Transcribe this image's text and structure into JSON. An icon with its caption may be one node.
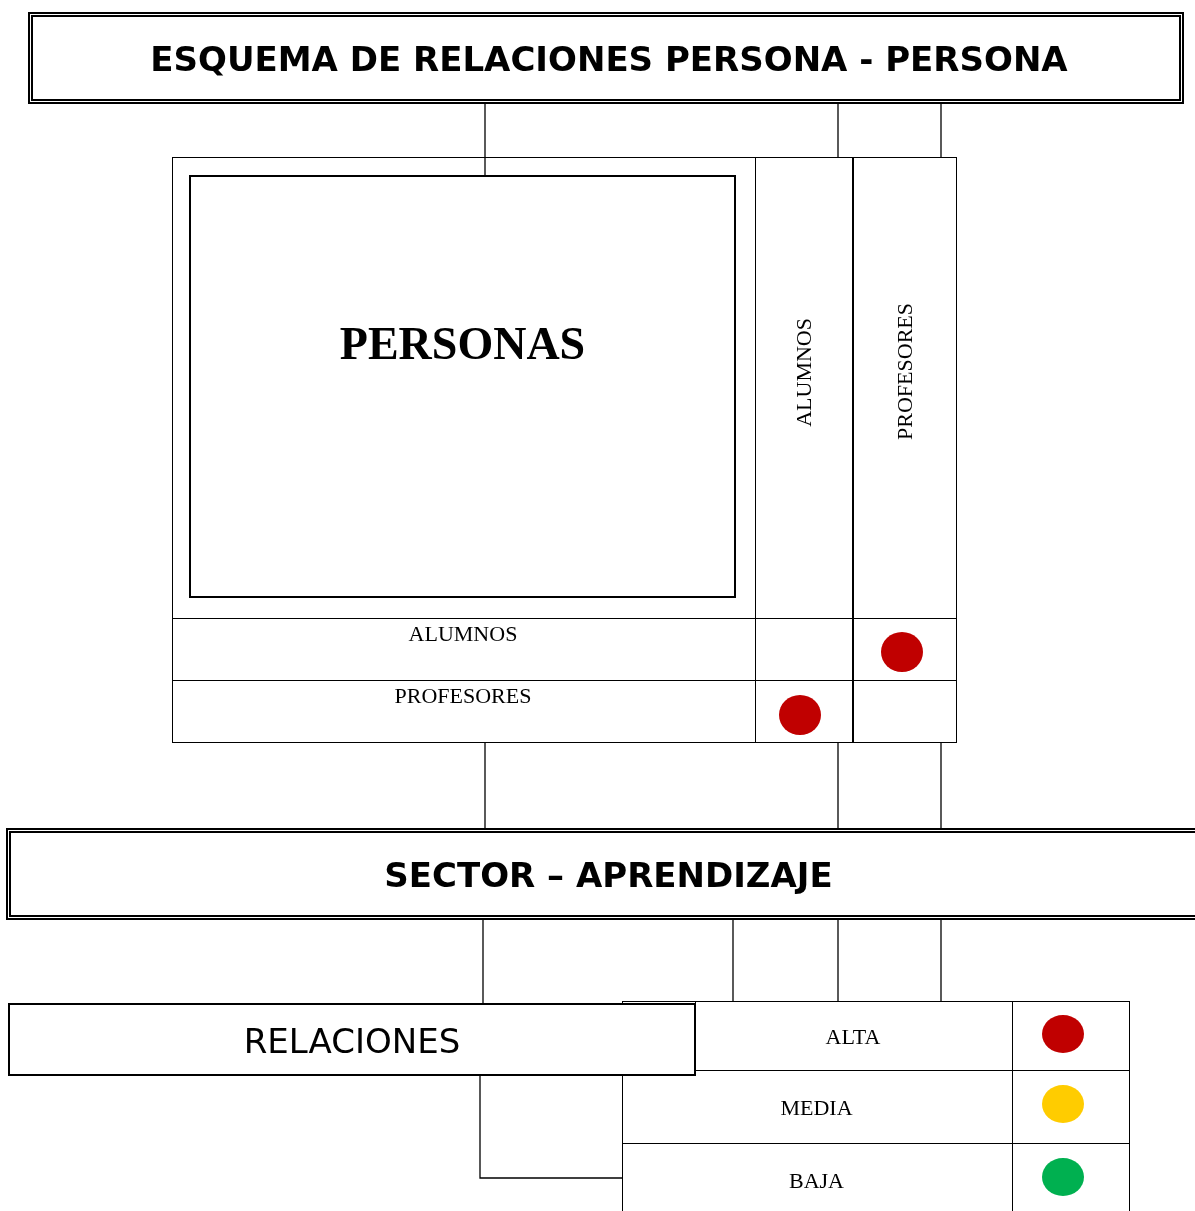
{
  "diagram": {
    "nodes": [
      {
        "text": [
          "ESQUEMA DE RELACIONES PERSONA - PERSONA"
        ]
      },
      {
        "text": [
          "PERSONAS"
        ]
      },
      {
        "text": [
          "ALUMNOS"
        ]
      },
      {
        "text": [
          "PROFESORES"
        ]
      },
      {
        "text": [
          "ALUMNOS"
        ]
      },
      {
        "text": [
          "PROFESORES"
        ]
      },
      {
        "text": [],
        "shape": "circle",
        "in": 3
      },
      {
        "text": [],
        "shape": "circle",
        "in": 2
      },
      {
        "text": [
          "SECTOR – APRENDIZAJE"
        ]
      },
      {
        "text": [
          "RELACIONES"
        ]
      },
      {
        "text": [
          "ALTA"
        ]
      },
      {
        "text": [
          "MEDIA"
        ]
      },
      {
        "text": [
          "BAJA"
        ]
      },
      {
        "text": [],
        "shape": "circle"
      },
      {
        "text": [],
        "shape": "circle"
      },
      {
        "text": [],
        "shape": "circle"
      }
    ],
    "edges": [
      {
        "from": 0,
        "to": 1,
        "arrow": "none"
      },
      {
        "from": 0,
        "to": 2,
        "arrow": "none"
      },
      {
        "from": 0,
        "to": 3,
        "arrow": "none"
      },
      {
        "from": 5,
        "to": 8,
        "arrow": "none"
      },
      {
        "from": 2,
        "to": 8,
        "arrow": "none"
      },
      {
        "from": 3,
        "to": 8,
        "arrow": "none"
      },
      {
        "from": 8,
        "to": 9,
        "arrow": "none"
      },
      {
        "from": 8,
        "to": 10,
        "arrow": "none"
      },
      {
        "from": 8,
        "to": 10,
        "arrow": "none"
      },
      {
        "from": 8,
        "to": 10,
        "arrow": "none"
      },
      {
        "from": 9,
        "to": 12,
        "arrow": "none"
      }
    ]
  }
}
